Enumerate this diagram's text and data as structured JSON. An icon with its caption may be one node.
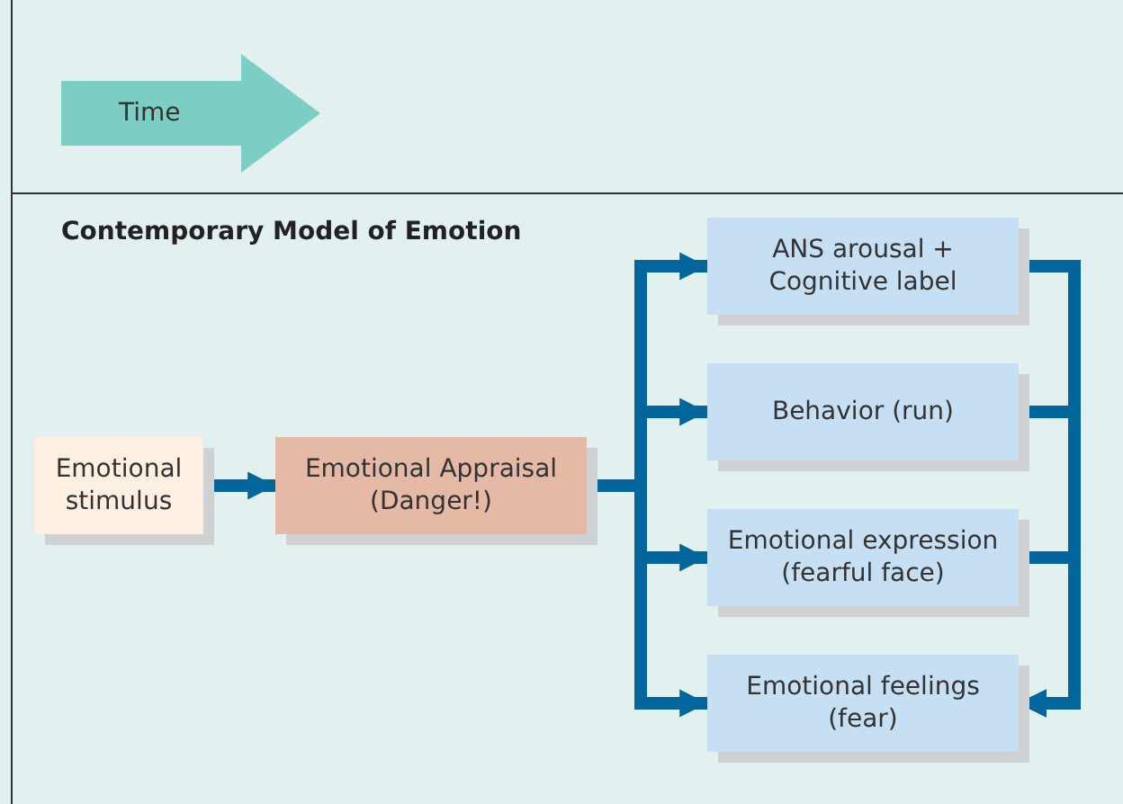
{
  "diagram": {
    "title": "Contemporary Model of Emotion",
    "nodes": [
      {
        "text": [
          "Time"
        ]
      },
      {
        "text": [
          "Emotional stimulus"
        ]
      },
      {
        "text": [
          "Emotional Appraisal (Danger!)"
        ]
      },
      {
        "text": [
          "ANS arousal + Cognitive label"
        ]
      },
      {
        "text": [
          "Behavior (run)"
        ]
      },
      {
        "text": [
          "Emotional expression (fearful face)"
        ]
      },
      {
        "text": [
          "Emotional feelings (fear)"
        ]
      }
    ],
    "edges": [
      {
        "from": 1,
        "to": 2,
        "arrow": "to"
      },
      {
        "from": 2,
        "to": 3,
        "arrow": "to"
      },
      {
        "from": 2,
        "to": 4,
        "arrow": "to"
      },
      {
        "from": 2,
        "to": 5,
        "arrow": "to"
      },
      {
        "from": 2,
        "to": 6,
        "arrow": "to"
      },
      {
        "from": 3,
        "to": 6,
        "arrow": "to"
      },
      {
        "from": 4,
        "to": 6,
        "arrow": "to"
      },
      {
        "from": 5,
        "to": 6,
        "arrow": "to"
      }
    ]
  }
}
